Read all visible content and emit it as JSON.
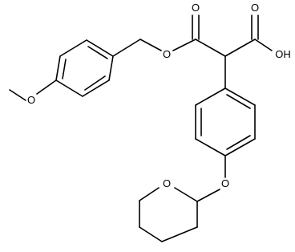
{
  "molecule": {
    "atoms": {
      "methoxy_o": "O",
      "ester_carbonyl_o": "O",
      "ester_link_o": "O",
      "acid_carbonyl_o": "O",
      "acid_oh": "OH",
      "aryl_ether_o": "O",
      "ring_o": "O"
    }
  }
}
